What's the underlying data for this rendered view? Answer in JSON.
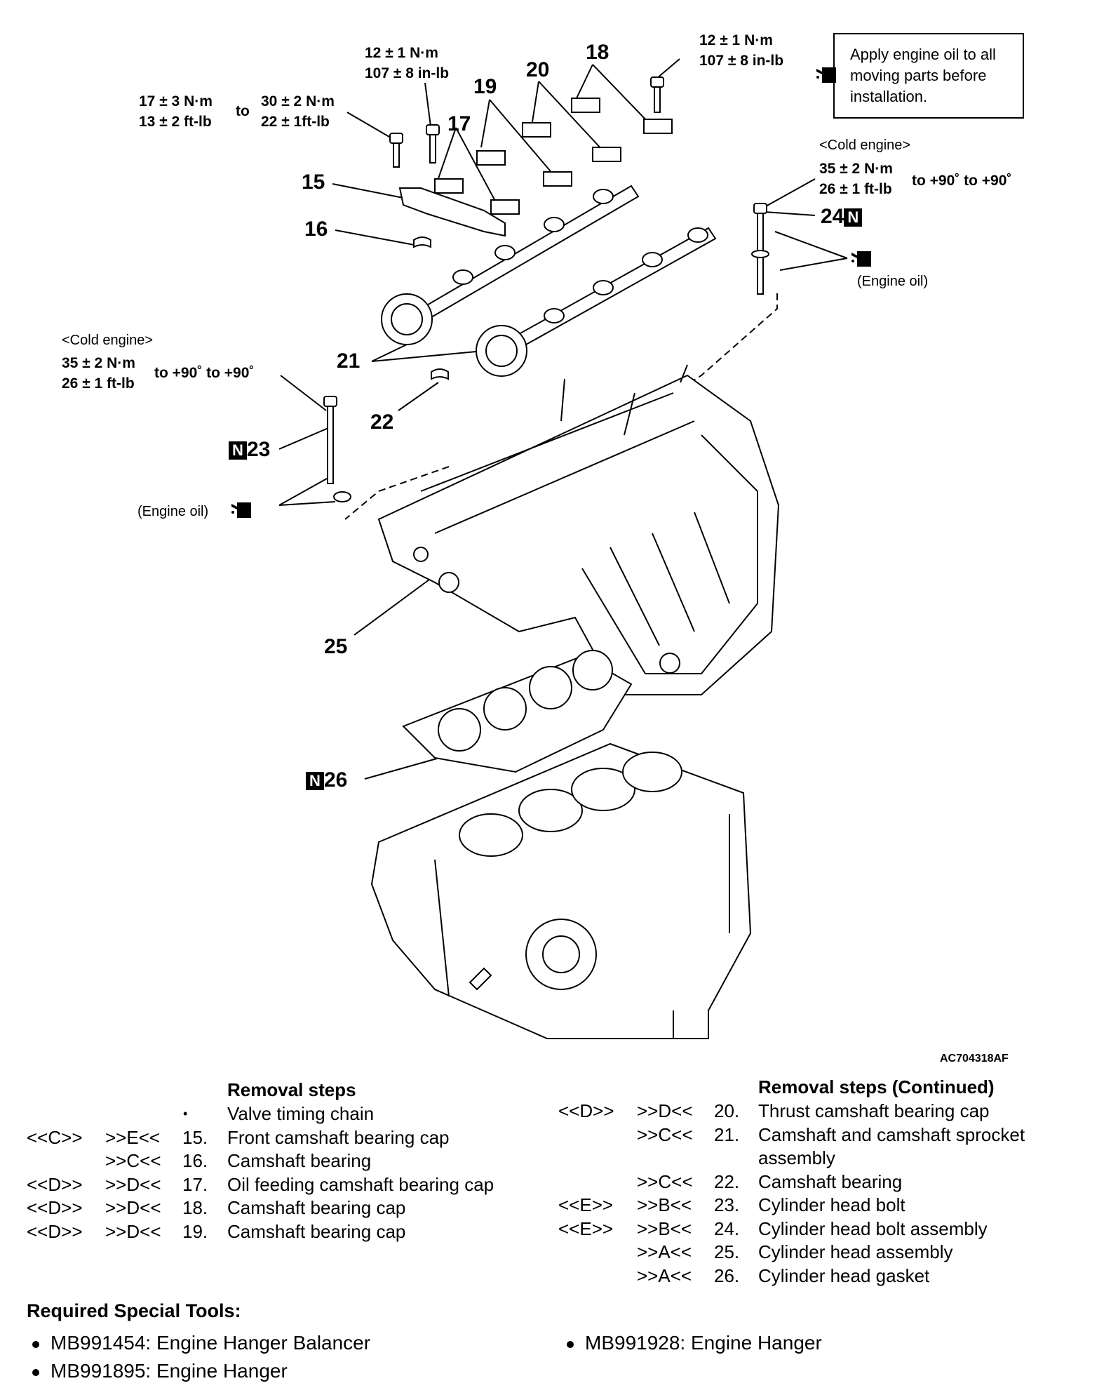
{
  "torque": {
    "t15a_nm": "17 ± 3 N·m",
    "t15a_ft": "13 ± 2 ft-lb",
    "t15_to": "to",
    "t15b_nm": "30 ± 2 N·m",
    "t15b_ft": "22 ± 1ft-lb",
    "t17_nm": "12 ± 1 N·m",
    "t17_in": "107 ± 8 in-lb",
    "t18_nm": "12 ± 1 N·m",
    "t18_in": "107 ± 8 in-lb",
    "t24_cold": "<Cold engine>",
    "t24_nm": "35 ± 2 N·m",
    "t24_ft": "26 ± 1 ft-lb",
    "t24_angle": "to +90˚ to +90˚",
    "t23_cold": "<Cold engine>",
    "t23_nm": "35 ± 2 N·m",
    "t23_ft": "26 ± 1 ft-lb",
    "t23_angle": "to +90˚ to +90˚"
  },
  "note_box": "Apply engine oil to all moving parts before installation.",
  "engine_oil_label": "(Engine oil)",
  "callouts": {
    "c15": "15",
    "c16": "16",
    "c17": "17",
    "c18": "18",
    "c19": "19",
    "c20": "20",
    "c21": "21",
    "c22": "22",
    "c23": "23",
    "c24": "24",
    "c25": "25",
    "c26": "26",
    "n_tag": "N"
  },
  "figure_code": "AC704318AF",
  "removal_left": {
    "title": "Removal steps",
    "rows": [
      {
        "a": "",
        "b": "",
        "num": "•",
        "text": "Valve timing chain"
      },
      {
        "a": "<<C>>",
        "b": ">>E<<",
        "num": "15.",
        "text": "Front camshaft bearing cap"
      },
      {
        "a": "",
        "b": ">>C<<",
        "num": "16.",
        "text": "Camshaft bearing"
      },
      {
        "a": "<<D>>",
        "b": ">>D<<",
        "num": "17.",
        "text": "Oil feeding camshaft bearing cap"
      },
      {
        "a": "<<D>>",
        "b": ">>D<<",
        "num": "18.",
        "text": "Camshaft bearing cap"
      },
      {
        "a": "<<D>>",
        "b": ">>D<<",
        "num": "19.",
        "text": "Camshaft bearing cap"
      }
    ]
  },
  "removal_right": {
    "title": "Removal steps (Continued)",
    "rows": [
      {
        "a": "<<D>>",
        "b": ">>D<<",
        "num": "20.",
        "text": "Thrust camshaft bearing cap"
      },
      {
        "a": "",
        "b": ">>C<<",
        "num": "21.",
        "text": "Camshaft and camshaft sprocket",
        "text2": "assembly"
      },
      {
        "a": "",
        "b": ">>C<<",
        "num": "22.",
        "text": "Camshaft bearing"
      },
      {
        "a": "<<E>>",
        "b": ">>B<<",
        "num": "23.",
        "text": "Cylinder head bolt"
      },
      {
        "a": "<<E>>",
        "b": ">>B<<",
        "num": "24.",
        "text": "Cylinder head bolt assembly"
      },
      {
        "a": "",
        "b": ">>A<<",
        "num": "25.",
        "text": "Cylinder head assembly"
      },
      {
        "a": "",
        "b": ">>A<<",
        "num": "26.",
        "text": "Cylinder head gasket"
      }
    ]
  },
  "tools": {
    "title": "Required Special Tools:",
    "items": [
      "MB991454: Engine Hanger Balancer",
      "MB991895: Engine Hanger",
      "MB991928: Engine Hanger"
    ]
  }
}
